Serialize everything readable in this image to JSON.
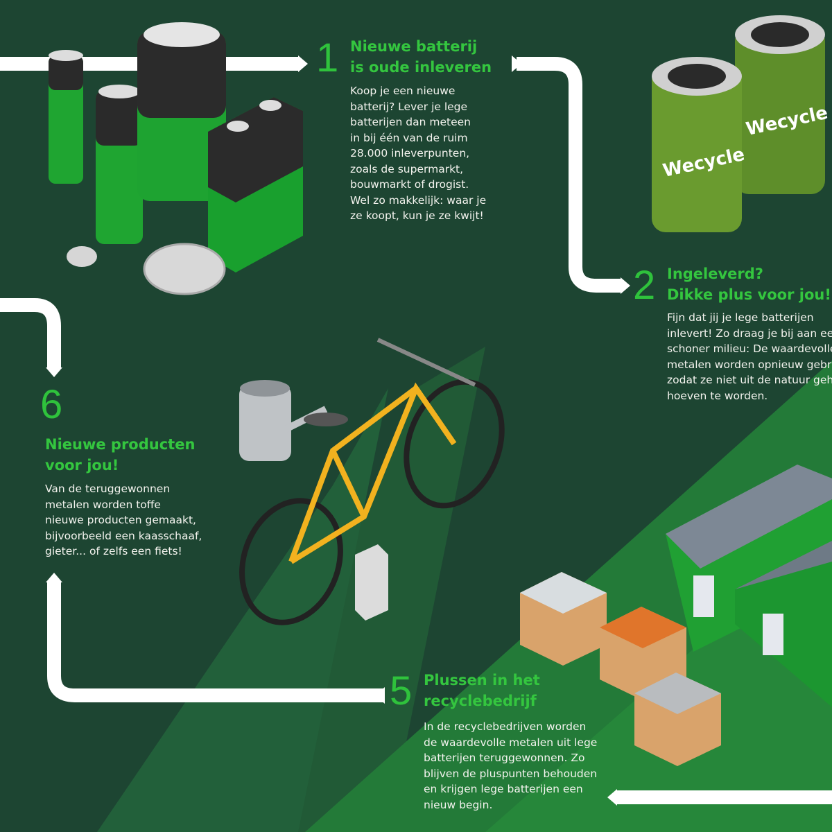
{
  "steps": [
    {
      "number": "1",
      "title": [
        "Nieuwe batterij",
        "is oude inleveren"
      ],
      "body": [
        "Koop je een nieuwe",
        "batterij? Lever je lege",
        "batterijen dan meteen",
        "in bij één van de ruim",
        "28.000 inleverpunten,",
        "zoals de supermarkt,",
        "bouwmarkt of drogist.",
        "Wel zo makkelijk: waar je",
        "ze koopt, kun je ze kwijt!"
      ]
    },
    {
      "number": "2",
      "title": [
        "Ingeleverd?",
        "Dikke plus voor jou!"
      ],
      "body": [
        "Fijn dat jij je lege batterijen",
        "inlevert! Zo draag je bij aan een",
        "schoner milieu: De waardevolle",
        "metalen worden opnieuw gebruikt,",
        "zodat ze niet uit de natuur gehaald",
        "hoeven te worden."
      ]
    },
    {
      "number": "5",
      "title": [
        "Plussen in het",
        "recyclebedrijf"
      ],
      "body": [
        "In de recyclebedrijven worden",
        "de waardevolle metalen uit lege",
        "batterijen teruggewonnen. Zo",
        "blijven de pluspunten behouden",
        "en krijgen lege batterijen een",
        "nieuw begin."
      ]
    },
    {
      "number": "6",
      "title": [
        "Nieuwe producten",
        "voor jou!"
      ],
      "body": [
        "Van de teruggewonnen",
        "metalen worden toffe",
        "nieuwe producten gemaakt,",
        "bijvoorbeeld een kaasschaaf,",
        "gieter... of zelfs een fiets!"
      ]
    }
  ],
  "bins": {
    "brand": "Wecycle"
  },
  "colors": {
    "background": "#1d4532",
    "accent": "#2fc23c",
    "path": "#ffffff"
  }
}
